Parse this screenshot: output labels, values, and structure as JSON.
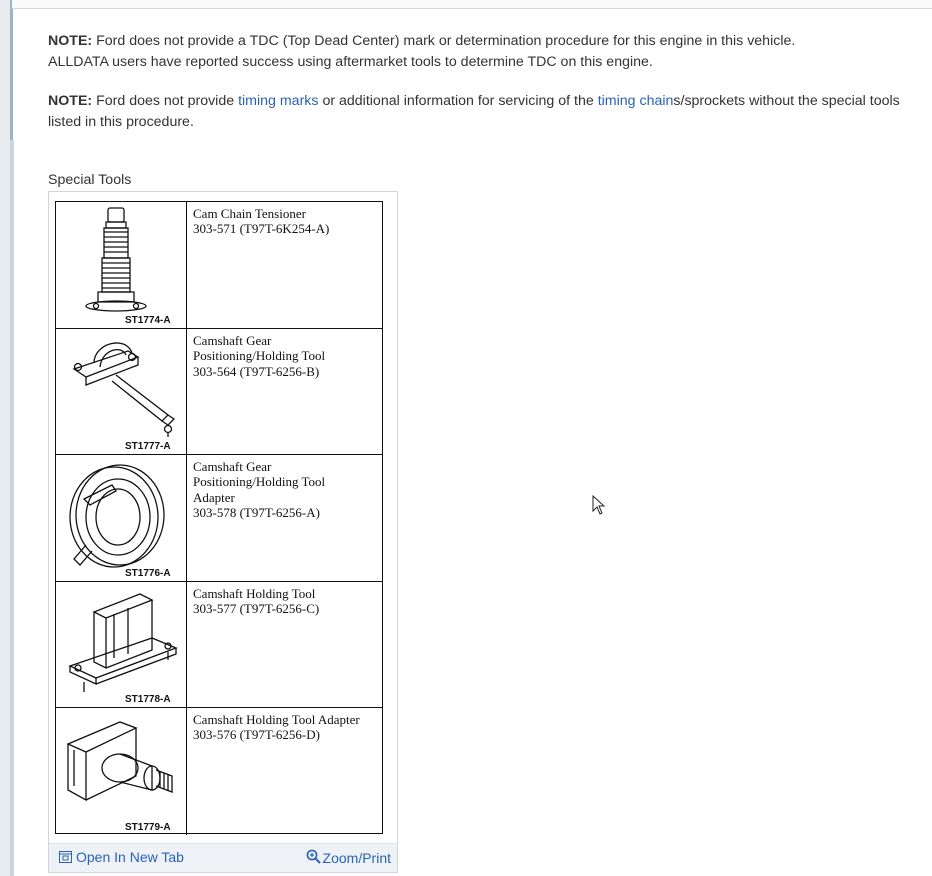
{
  "notes": [
    {
      "label": "NOTE:",
      "line1": "Ford does not provide a TDC (Top Dead Center) mark or determination procedure for this engine in this vehicle.",
      "line2": "ALLDATA users have reported success using aftermarket tools to determine TDC on this engine."
    },
    {
      "label": "NOTE:",
      "text_a": "Ford does not provide",
      "link_a": "timing marks",
      "text_b": "or additional information for servicing of the",
      "link_b": "timing chain",
      "text_c": "s/sprockets without the special tools",
      "text_d": "listed in this procedure."
    }
  ],
  "caption": "Special Tools",
  "tools": [
    {
      "code": "ST1774-A",
      "description": "Cam Chain Tensioner\n303-571 (T97T-6K254-A)",
      "icon": "cam-chain-tensioner-icon"
    },
    {
      "code": "ST1777-A",
      "description": "Camshaft Gear\nPositioning/Holding Tool\n303-564 (T97T-6256-B)",
      "icon": "gear-holding-tool-icon"
    },
    {
      "code": "ST1776-A",
      "description": "Camshaft Gear\nPositioning/Holding Tool\nAdapter\n303-578 (T97T-6256-A)",
      "icon": "gear-adapter-icon"
    },
    {
      "code": "ST1778-A",
      "description": "Camshaft Holding Tool\n303-577 (T97T-6256-C)",
      "icon": "camshaft-holding-tool-icon"
    },
    {
      "code": "ST1779-A",
      "description": "Camshaft Holding Tool Adapter\n303-576 (T97T-6256-D)",
      "icon": "holding-tool-adapter-icon"
    }
  ],
  "figure_footer": {
    "open_label": "Open In New Tab",
    "zoom_label": "Zoom/Print"
  },
  "colors": {
    "link": "#2a62b8",
    "footer_bg": "#eef2f6"
  }
}
